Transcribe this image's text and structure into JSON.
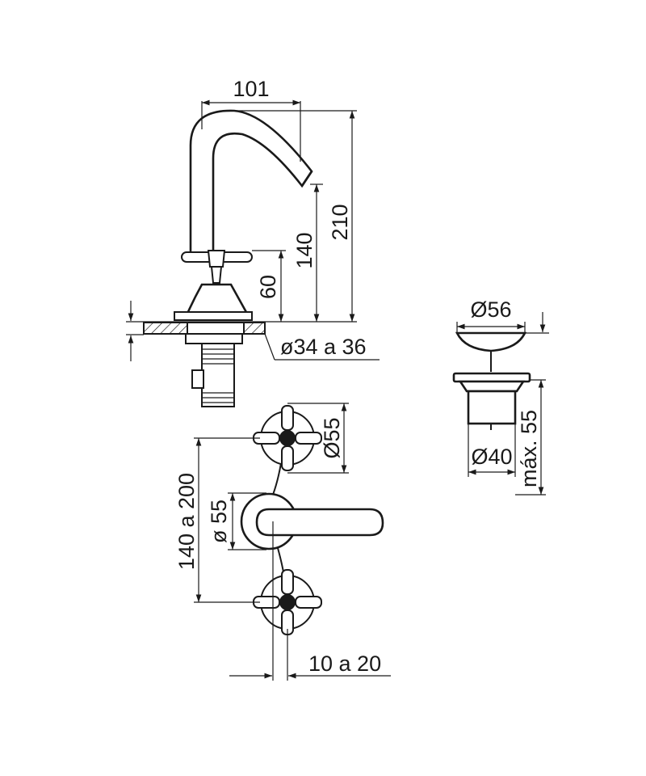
{
  "dimensions": {
    "spout_reach": "101",
    "total_height": "210",
    "spout_height": "140",
    "handle_height": "60",
    "hole_diameter": "ø34 a 36",
    "drain_cap_diameter": "Ø56",
    "drain_body_diameter": "Ø40",
    "drain_max_height": "máx. 55",
    "handle_rosette_diameter": "Ø55",
    "spout_base_diameter": "ø 55",
    "handle_spacing": "140 a 200",
    "offset": "10 a 20"
  },
  "colors": {
    "line": "#1a1a1a",
    "background": "#ffffff"
  }
}
